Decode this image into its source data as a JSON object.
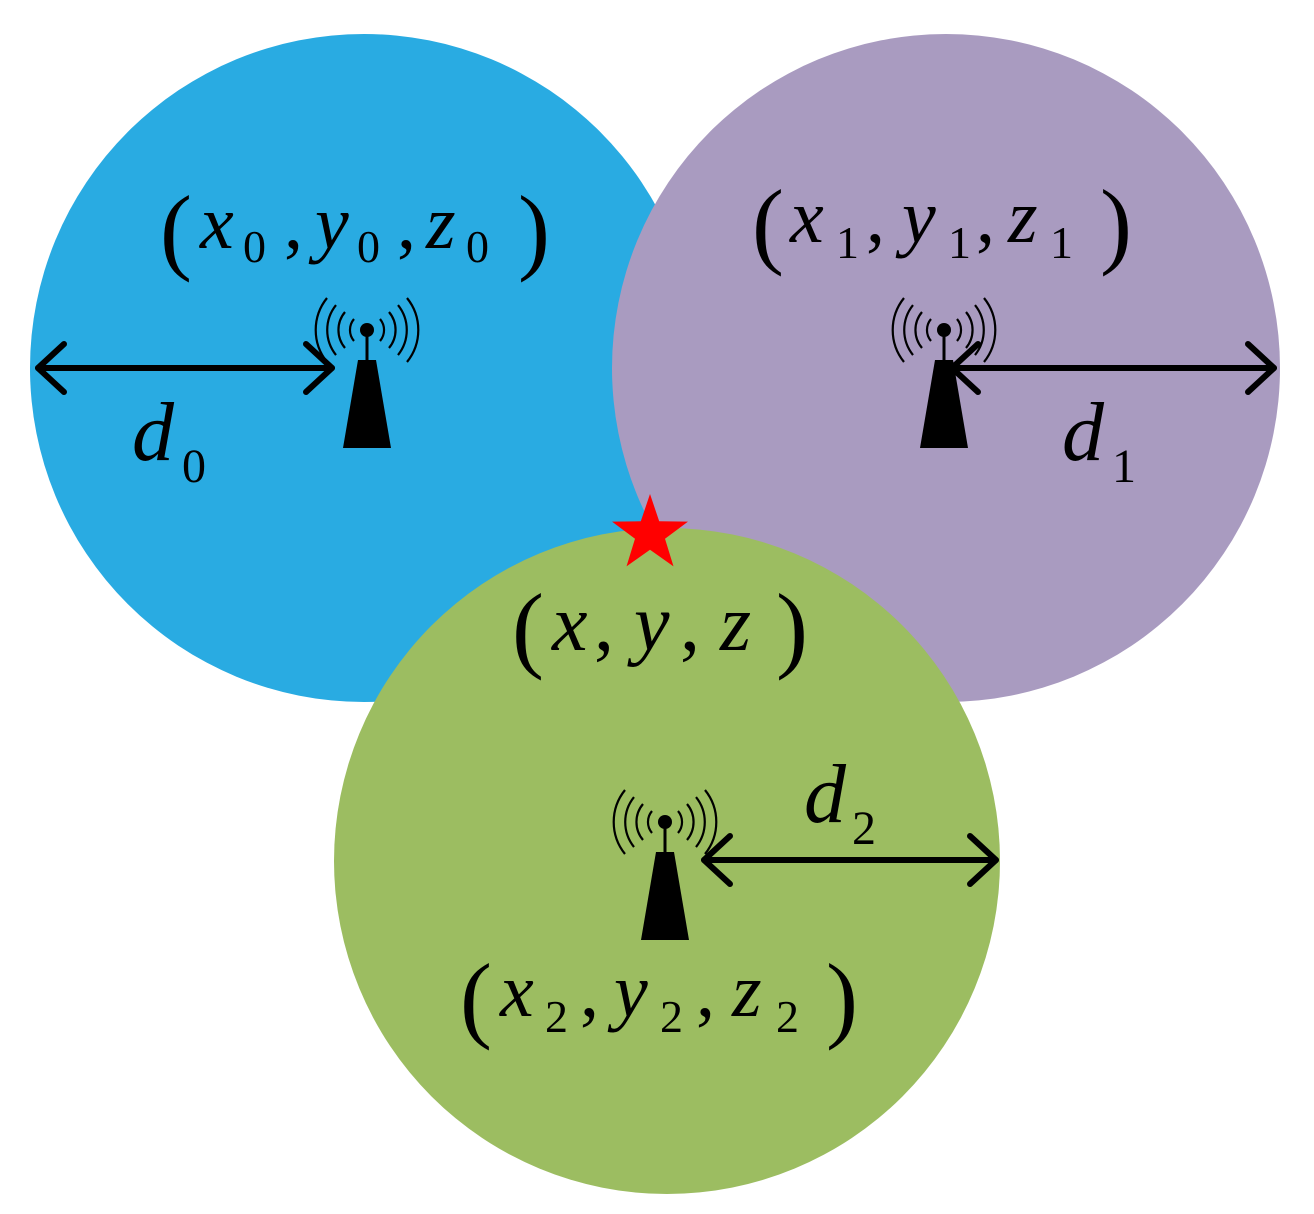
{
  "colors": {
    "circle_0": "#29ABE2",
    "circle_1": "#A99BC0",
    "circle_2": "#9CBD61",
    "target_star": "#FF0000",
    "ink": "#000000"
  },
  "icons": {
    "tower": "radio-tower-icon",
    "target": "star-icon",
    "arrow": "double-headed-arrow"
  },
  "anchors": [
    {
      "x_var": "x",
      "y_var": "y",
      "z_var": "z",
      "index": "0",
      "distance_var": "d",
      "distance_index": "0"
    },
    {
      "x_var": "x",
      "y_var": "y",
      "z_var": "z",
      "index": "1",
      "distance_var": "d",
      "distance_index": "1"
    },
    {
      "x_var": "x",
      "y_var": "y",
      "z_var": "z",
      "index": "2",
      "distance_var": "d",
      "distance_index": "2"
    }
  ],
  "target": {
    "x_var": "x",
    "y_var": "y",
    "z_var": "z"
  },
  "punctuation": {
    "open": "(",
    "close": ")",
    "sep": ","
  }
}
